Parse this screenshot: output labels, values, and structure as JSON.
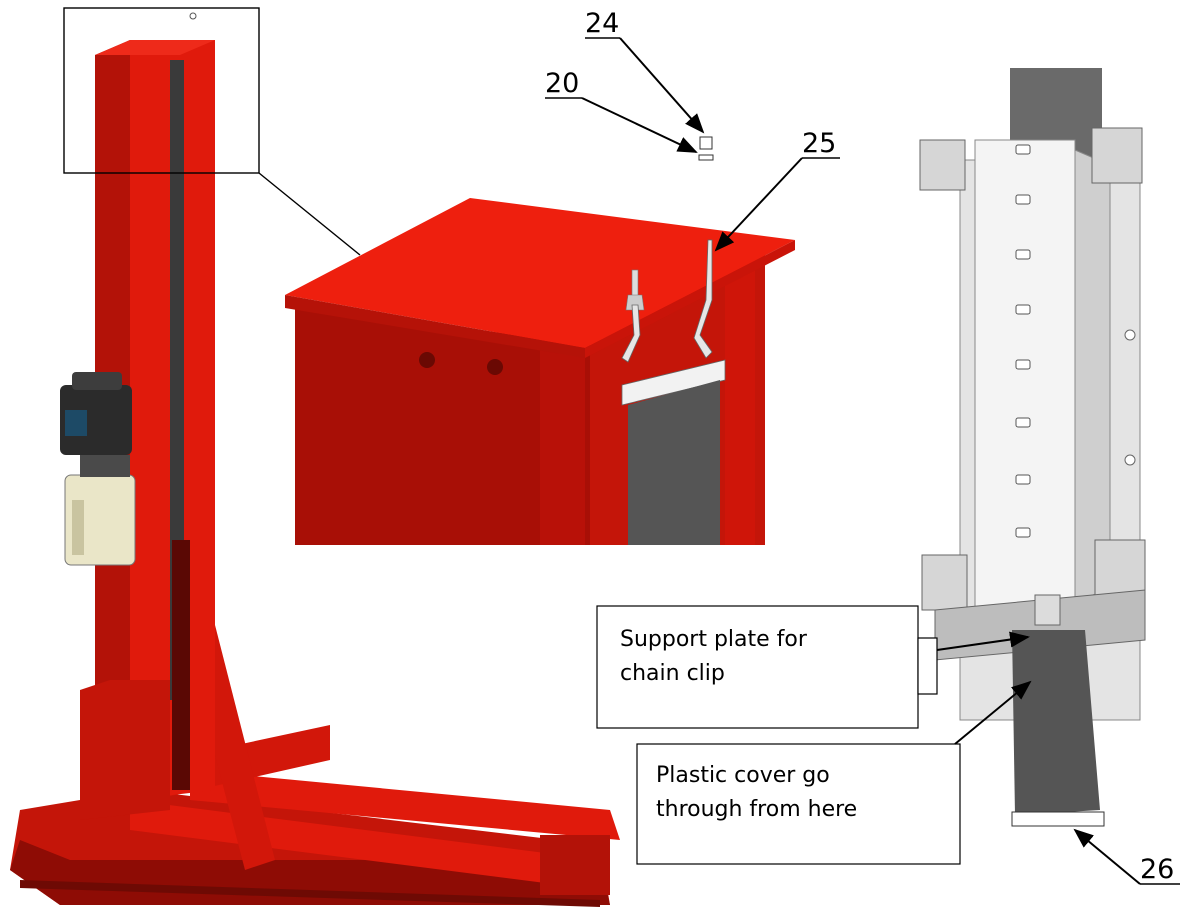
{
  "callouts": {
    "part_24": "24",
    "part_20": "20",
    "part_25": "25",
    "part_26": "26"
  },
  "notes": {
    "support_plate": [
      "Support plate for",
      "chain clip"
    ],
    "plastic_cover": [
      "Plastic cover go",
      "through from here"
    ]
  },
  "colors": {
    "lift_red": "#e01a0c",
    "lift_red_shadow": "#a80f06",
    "cover_gray": "#555555",
    "bracket_light": "#eeeeee"
  }
}
